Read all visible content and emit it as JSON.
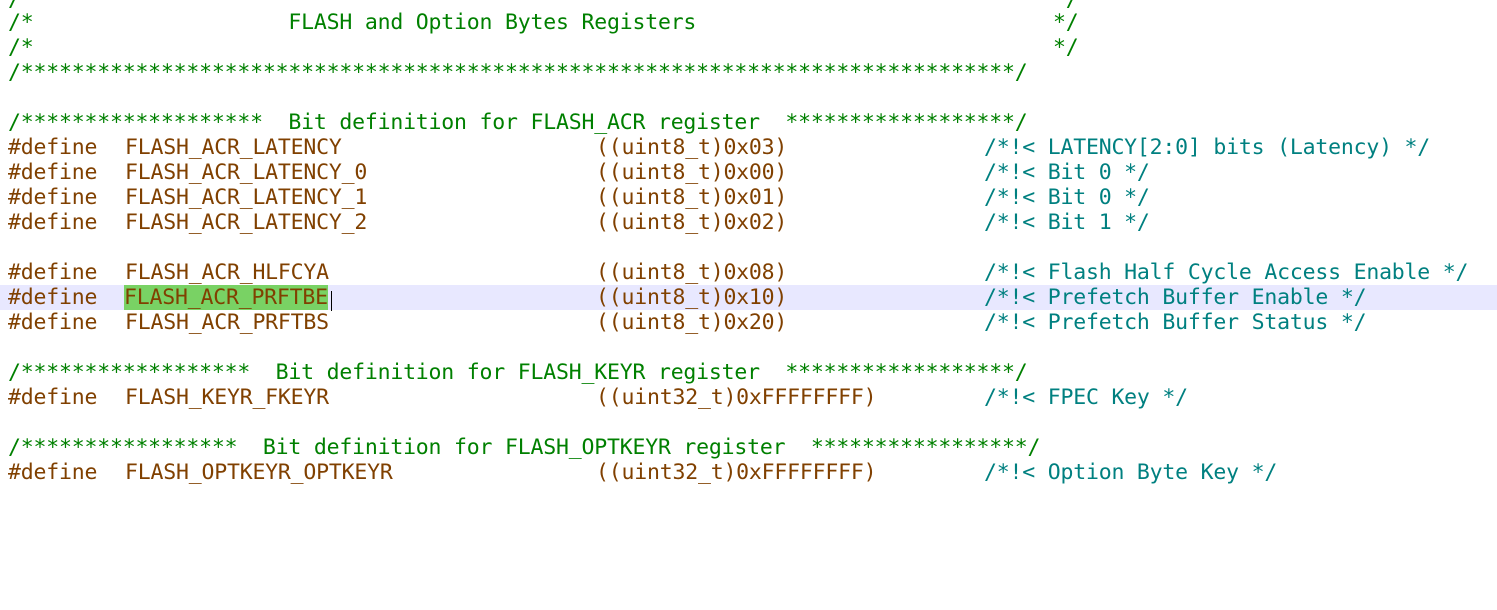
{
  "header_block": {
    "top_partial": "/*                                                                                */",
    "title_line": "/*                    FLASH and Option Bytes Registers                            */",
    "empty_line": "/*                                                                                */",
    "stars_line": "/******************************************************************************/"
  },
  "sections": {
    "acr_header": "/*******************  Bit definition for FLASH_ACR register  ******************/",
    "keyr_header": "/******************  Bit definition for FLASH_KEYR register  ******************/",
    "optkeyr_header": "/*****************  Bit definition for FLASH_OPTKEYR register  *****************/"
  },
  "defines": {
    "keyword": "#define",
    "latency": {
      "name": "FLASH_ACR_LATENCY",
      "value": "((uint8_t)0x03)",
      "comment": "/*!< LATENCY[2:0] bits (Latency) */"
    },
    "latency_0": {
      "name": "FLASH_ACR_LATENCY_0",
      "value": "((uint8_t)0x00)",
      "comment": "/*!< Bit 0 */"
    },
    "latency_1": {
      "name": "FLASH_ACR_LATENCY_1",
      "value": "((uint8_t)0x01)",
      "comment": "/*!< Bit 0 */"
    },
    "latency_2": {
      "name": "FLASH_ACR_LATENCY_2",
      "value": "((uint8_t)0x02)",
      "comment": "/*!< Bit 1 */"
    },
    "hlfcya": {
      "name": "FLASH_ACR_HLFCYA",
      "value": "((uint8_t)0x08)",
      "comment": "/*!< Flash Half Cycle Access Enable */"
    },
    "prftbe": {
      "name": "FLASH_ACR_PRFTBE",
      "value": "((uint8_t)0x10)",
      "comment": "/*!< Prefetch Buffer Enable */"
    },
    "prftbs": {
      "name": "FLASH_ACR_PRFTBS",
      "value": "((uint8_t)0x20)",
      "comment": "/*!< Prefetch Buffer Status */"
    },
    "fkeyr": {
      "name": "FLASH_KEYR_FKEYR",
      "value": "((uint32_t)0xFFFFFFFF)",
      "comment": "/*!< FPEC Key */"
    },
    "optkeyr": {
      "name": "FLASH_OPTKEYR_OPTKEYR",
      "value": "((uint32_t)0xFFFFFFFF)",
      "comment": "/*!< Option Byte Key */"
    }
  },
  "colors": {
    "comment": "#008000",
    "preprocessor": "#804000",
    "doc_comment": "#008080",
    "current_line": "#e8e8ff",
    "selection": "#79d264"
  }
}
